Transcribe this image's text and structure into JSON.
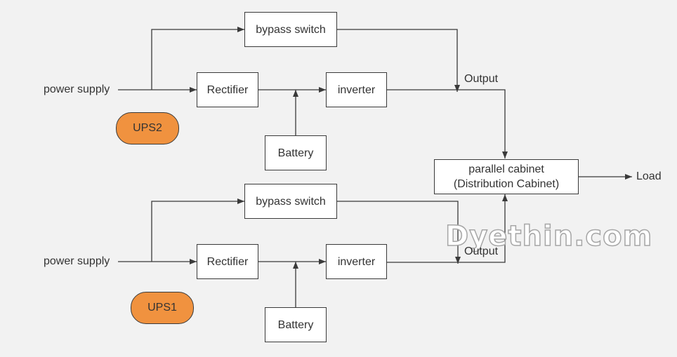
{
  "ups2": {
    "name": "UPS2",
    "power_supply": "power supply",
    "bypass_switch": "bypass switch",
    "rectifier": "Rectifier",
    "inverter": "inverter",
    "battery": "Battery",
    "output": "Output"
  },
  "ups1": {
    "name": "UPS1",
    "power_supply": "power supply",
    "bypass_switch": "bypass switch",
    "rectifier": "Rectifier",
    "inverter": "inverter",
    "battery": "Battery",
    "output": "Output"
  },
  "cabinet": {
    "line1": "parallel cabinet",
    "line2": "(Distribution Cabinet)"
  },
  "load": "Load",
  "watermark": "Dyethin.com",
  "colors": {
    "background": "#f2f2f2",
    "box_fill": "#ffffff",
    "stroke": "#3a3a3a",
    "ups_badge": "#f0923f"
  }
}
